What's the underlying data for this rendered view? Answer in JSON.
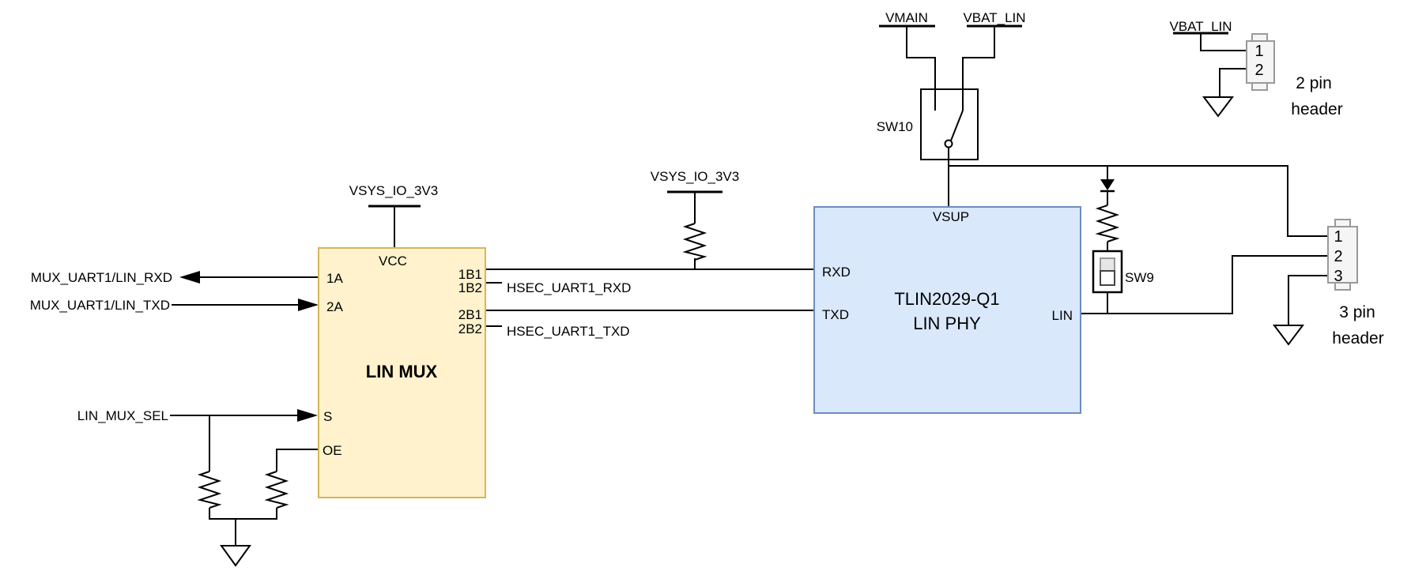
{
  "colors": {
    "wire": "#000000",
    "mux_fill": "#FFF2CC",
    "mux_stroke": "#D6B656",
    "phy_fill": "#DAE8FC",
    "phy_stroke": "#6C8EBF",
    "header_fill": "#F5F5F5",
    "header_stroke": "#999999",
    "sw9_cell_fill": "#E6E6E6",
    "switch_stroke": "#000000"
  },
  "mux": {
    "title": "LIN MUX",
    "pins": {
      "vcc": "VCC",
      "a1": "1A",
      "a2": "2A",
      "s": "S",
      "oe": "OE",
      "b1_1": "1B1",
      "b1_2": "1B2",
      "b2_1": "2B1",
      "b2_2": "2B2"
    }
  },
  "phy": {
    "title": "TLIN2029-Q1",
    "subtitle": "LIN PHY",
    "pins": {
      "vsup": "VSUP",
      "rxd": "RXD",
      "txd": "TXD",
      "lin": "LIN"
    }
  },
  "nets": {
    "mux_rxd": "MUX_UART1/LIN_RXD",
    "mux_txd": "MUX_UART1/LIN_TXD",
    "mux_sel": "LIN_MUX_SEL",
    "hsec_rxd": "HSEC_UART1_RXD",
    "hsec_txd": "HSEC_UART1_TXD"
  },
  "power": {
    "vsys_mux": "VSYS_IO_3V3",
    "vsys_pullup": "VSYS_IO_3V3",
    "vmain": "VMAIN",
    "vbat_sw": "VBAT_LIN",
    "vbat_header": "VBAT_LIN"
  },
  "switches": {
    "sw10": "SW10",
    "sw9": "SW9"
  },
  "header3": {
    "pins": [
      "1",
      "2",
      "3"
    ],
    "caption_line1": "3 pin",
    "caption_line2": "header"
  },
  "header2": {
    "pins": [
      "1",
      "2"
    ],
    "caption_line1": "2 pin",
    "caption_line2": "header"
  }
}
